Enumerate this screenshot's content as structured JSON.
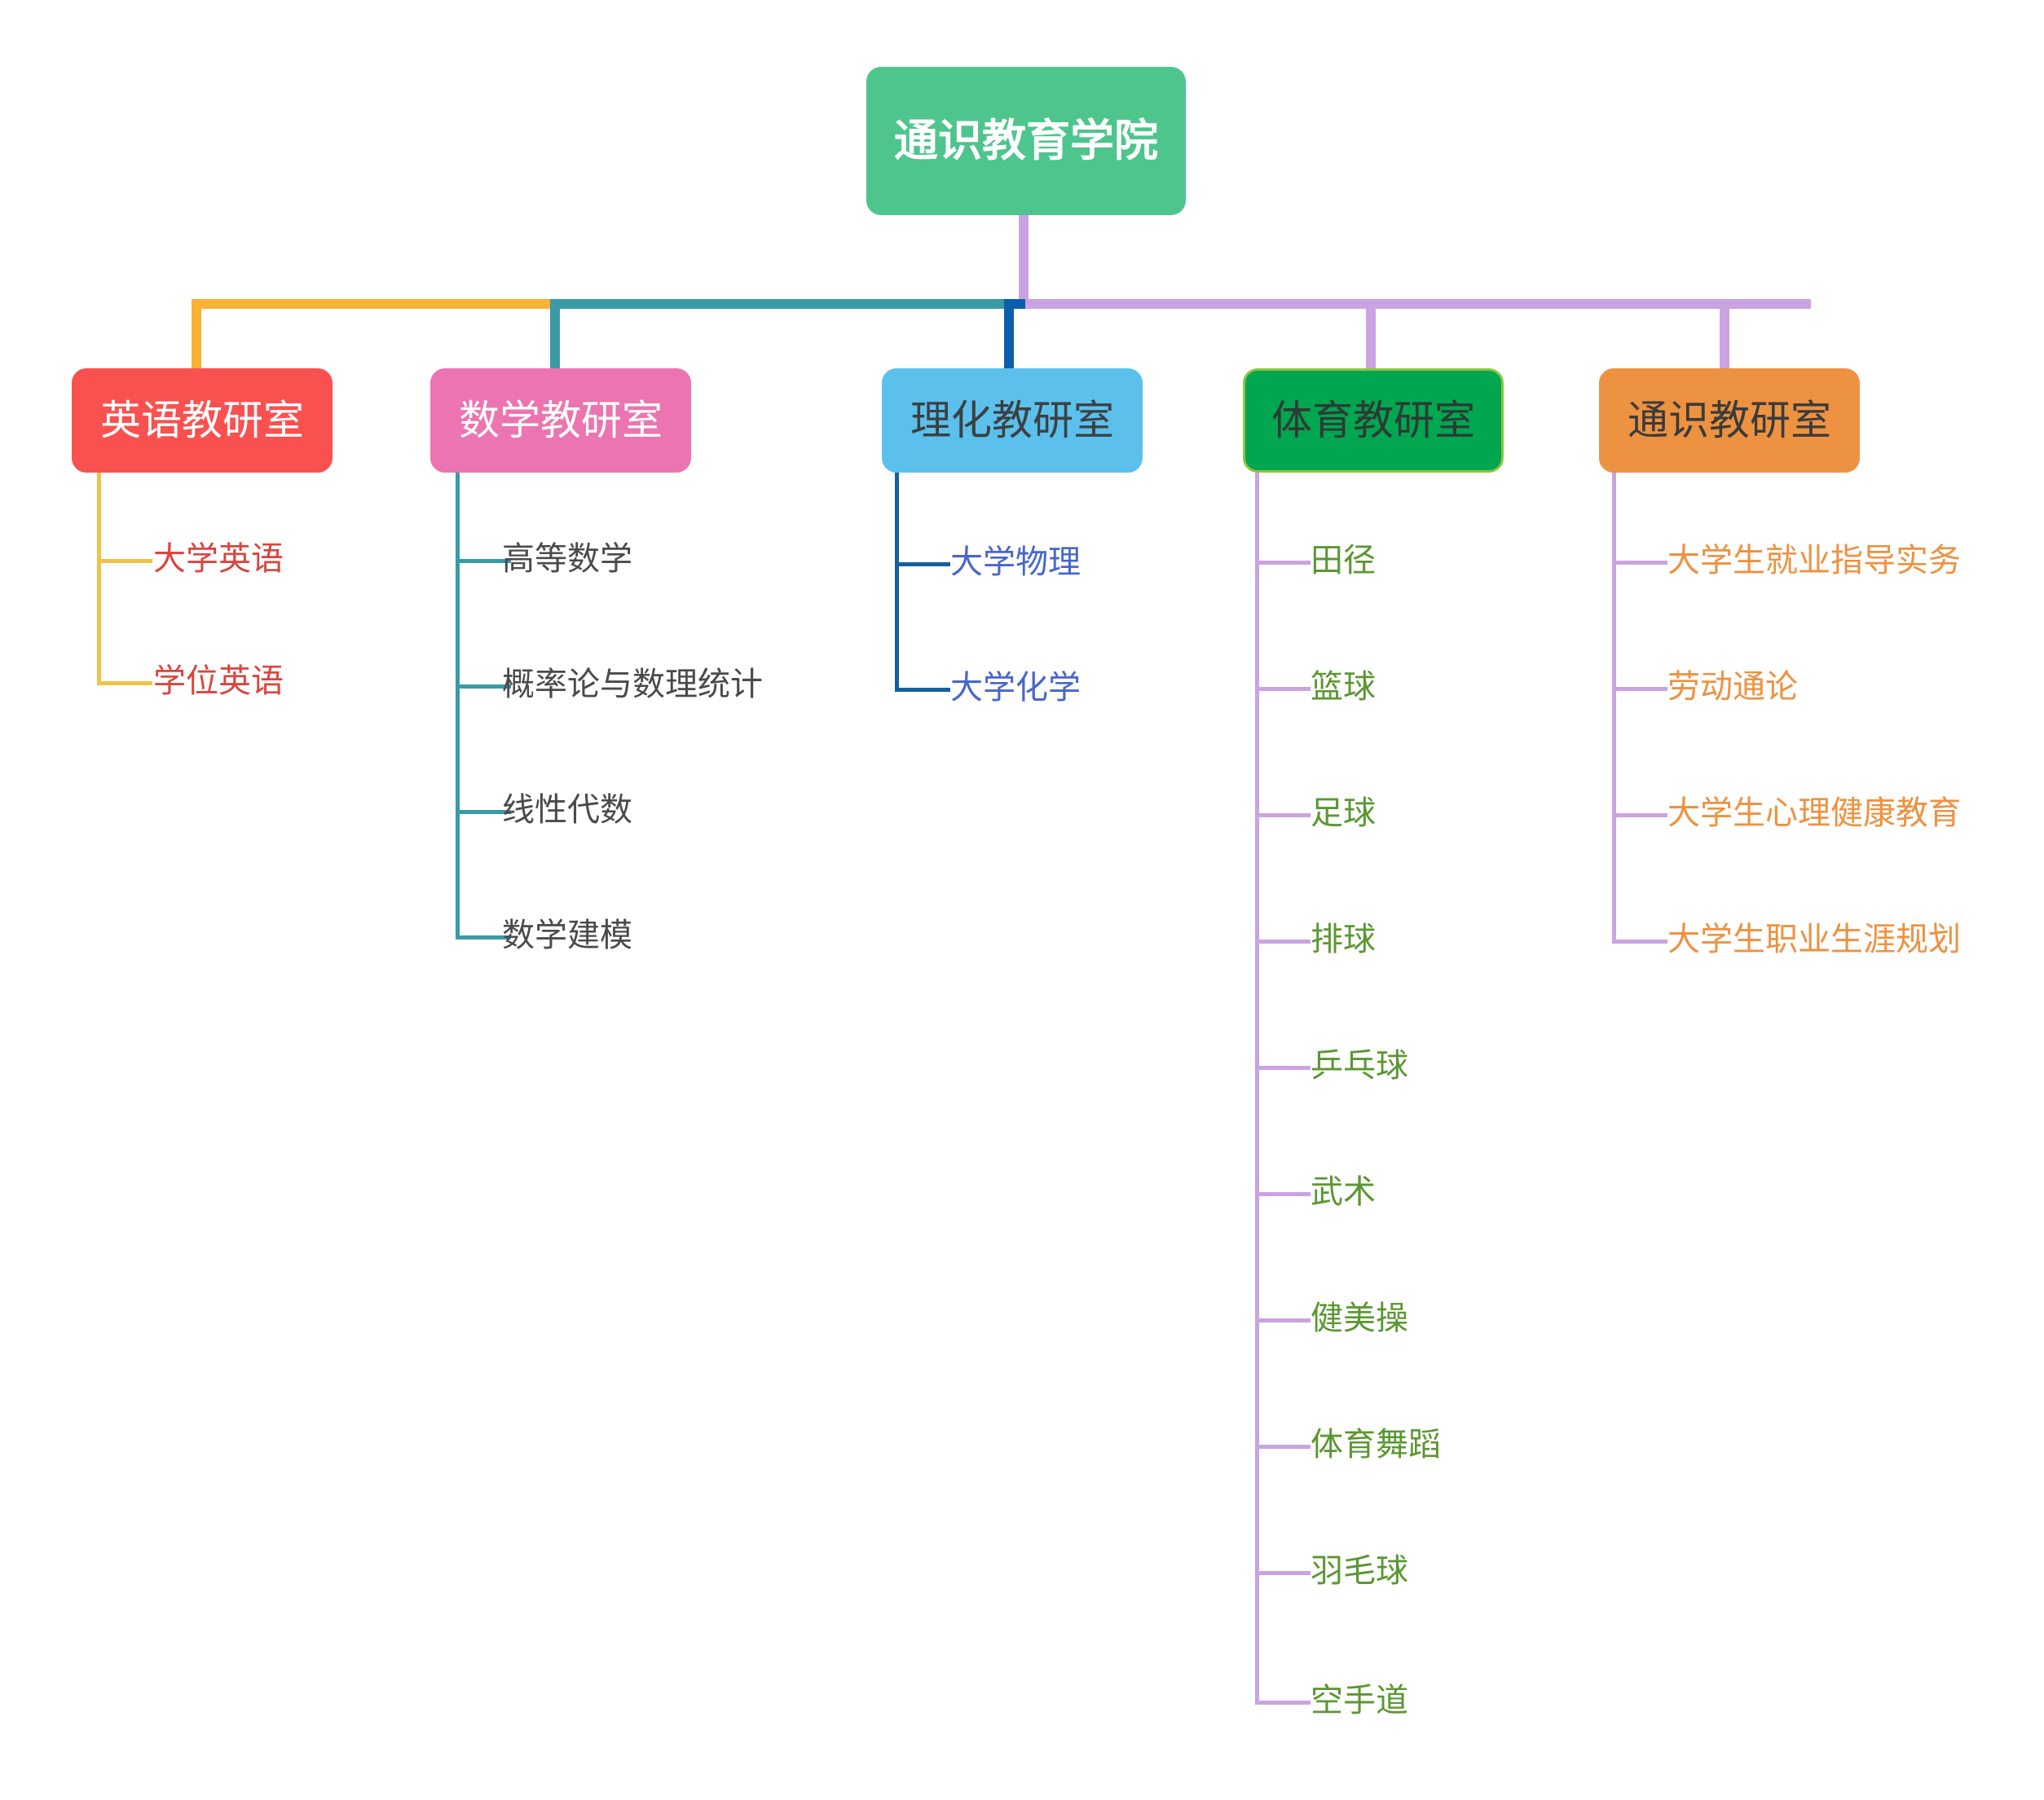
{
  "diagram": {
    "title_text": "通识教育学院",
    "background": "#ffffff",
    "type": "organization-tree"
  },
  "root": {
    "label": "通识教育学院",
    "fill": "#4ec58d",
    "text_color": "#ffffff",
    "stem_color": "#cba3e3"
  },
  "trunk": {
    "segments": [
      {
        "name": "english-segment",
        "color": "#f9b233"
      },
      {
        "name": "math-segment",
        "color": "#3a9aa6"
      },
      {
        "name": "science-segment",
        "color": "#0a5fab"
      },
      {
        "name": "general-segment",
        "color": "#cba3e3"
      }
    ]
  },
  "departments": [
    {
      "id": "english",
      "label": "英语教研室",
      "fill": "#f9514f",
      "border": "#f9514f",
      "text_color": "#ffffff",
      "link_color": "#f9b233",
      "branch_color": "#f2c14b",
      "leaf_color": "#d9453f",
      "children": [
        "大学英语",
        "学位英语"
      ]
    },
    {
      "id": "math",
      "label": "数学教研室",
      "fill": "#ec74b0",
      "border": "#ec74b0",
      "text_color": "#ffffff",
      "link_color": "#3a9aa6",
      "branch_color": "#3a9aa6",
      "leaf_color": "#4a4a4a",
      "children": [
        "高等数学",
        "概率论与数理统计",
        "线性代数",
        "数学建模"
      ]
    },
    {
      "id": "science",
      "label": "理化教研室",
      "fill": "#5bc0eb",
      "border": "#5bc0eb",
      "text_color": "#3b4043",
      "link_color": "#0a5fab",
      "branch_color": "#14609f",
      "leaf_color": "#4766cc",
      "children": [
        "大学物理",
        "大学化学"
      ]
    },
    {
      "id": "pe",
      "label": "体育教研室",
      "fill": "#00a650",
      "border": "#8cc63f",
      "text_color": "#2e3a34",
      "link_color": "#cba3e3",
      "branch_color": "#cba3e3",
      "leaf_color": "#5b9731",
      "children": [
        "田径",
        "篮球",
        "足球",
        "排球",
        "乒乓球",
        "武术",
        "健美操",
        "体育舞蹈",
        "羽毛球",
        "空手道"
      ]
    },
    {
      "id": "general",
      "label": "通识教研室",
      "fill": "#ed9241",
      "border": "#ed9241",
      "text_color": "#3b3b3b",
      "link_color": "#cba3e3",
      "branch_color": "#cba3e3",
      "leaf_color": "#ed9241",
      "children": [
        "大学生就业指导实务",
        "劳动通论",
        "大学生心理健康教育",
        "大学生职业生涯规划"
      ]
    }
  ]
}
